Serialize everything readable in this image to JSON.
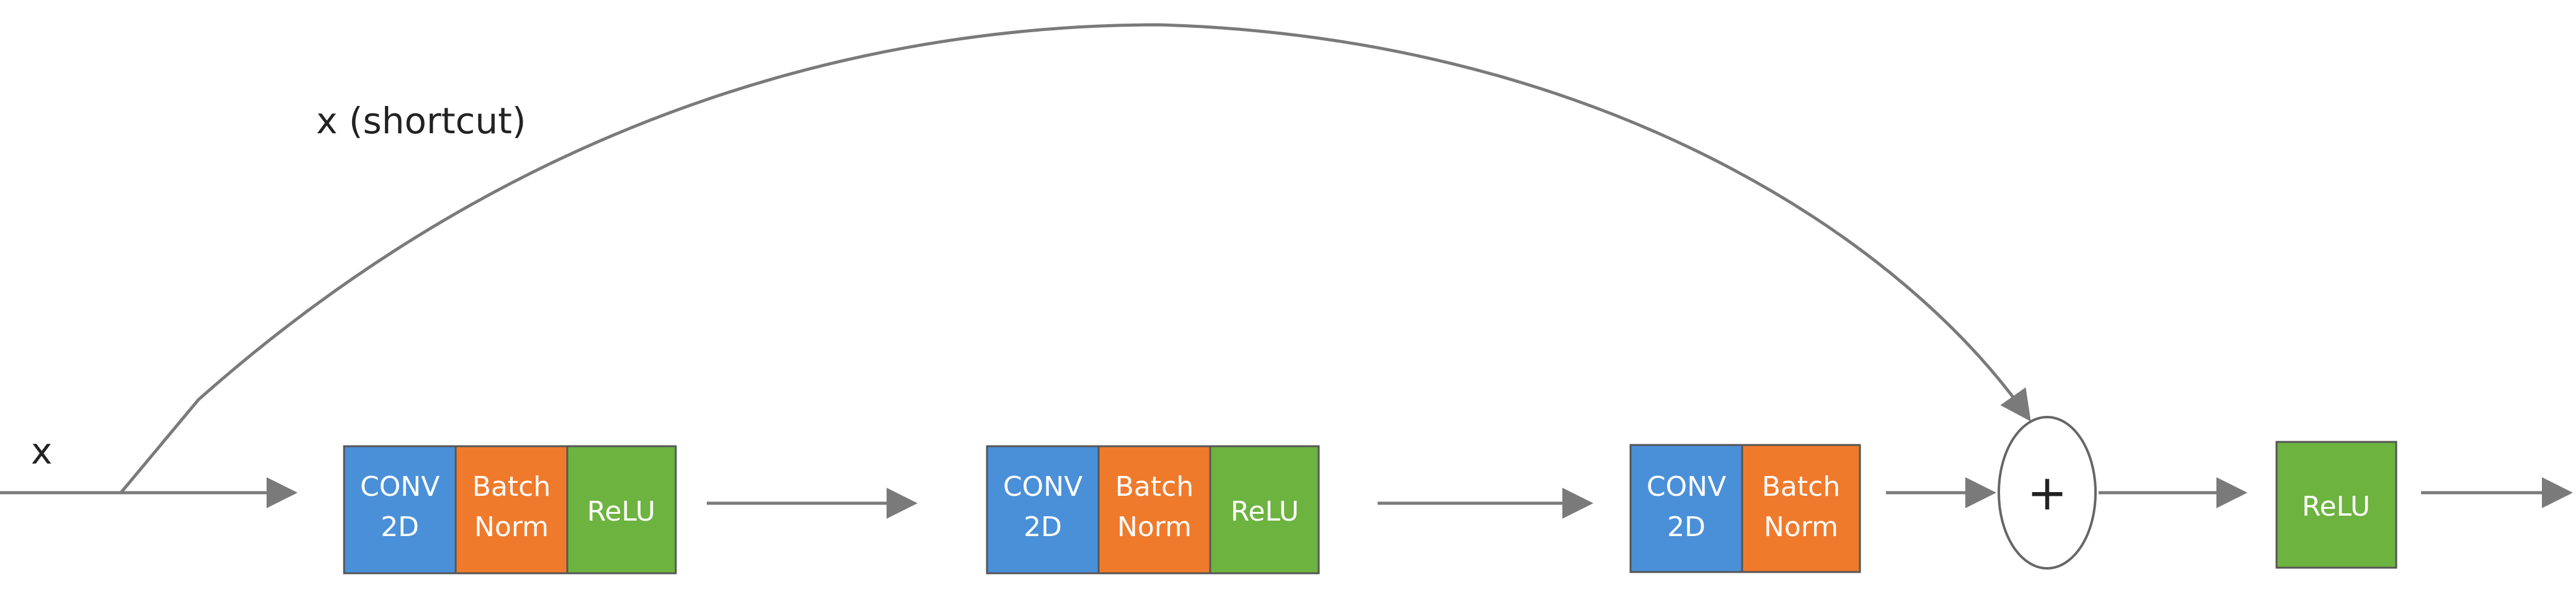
{
  "labels": {
    "input": "x",
    "shortcut": "x (shortcut)",
    "add_symbol": "+"
  },
  "blocks": {
    "conv_line1": "CONV",
    "conv_line2": "2D",
    "bn_line1": "Batch",
    "bn_line2": "Norm",
    "relu": "ReLU"
  },
  "colors": {
    "conv": "#4a90d9",
    "batch_norm": "#f07a2c",
    "relu": "#6db33f",
    "line": "#7a7a7a",
    "text_dark": "#222222"
  }
}
